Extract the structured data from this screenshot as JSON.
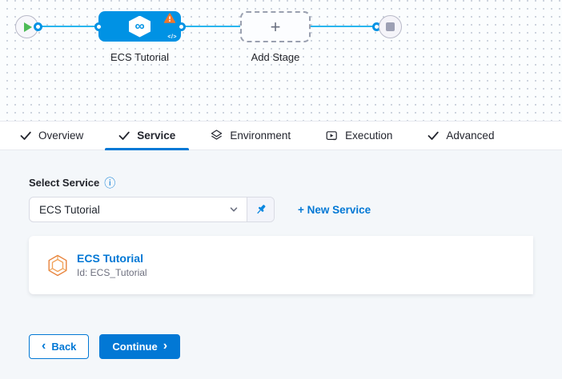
{
  "colors": {
    "accent_blue": "#0278d5",
    "node_blue": "#0092e4",
    "edge_blue": "#29b6ee",
    "warning_orange": "#f0762a",
    "start_green": "#4dbb56",
    "content_bg": "#f4f7fa"
  },
  "graph": {
    "stage_label": "ECS Tutorial",
    "add_stage_label": "Add Stage"
  },
  "icons": {
    "infinity": "∞",
    "code": "</>",
    "plus": "+",
    "info": "ⓘ",
    "chevron_left": "‹",
    "chevron_right": "›"
  },
  "tabs": {
    "overview": "Overview",
    "service": "Service",
    "environment": "Environment",
    "execution": "Execution",
    "advanced": "Advanced",
    "active_tab": "Service"
  },
  "service_form": {
    "label": "Select Service",
    "selected_value": "ECS Tutorial",
    "new_service_link": "+ New Service"
  },
  "service_card": {
    "title": "ECS Tutorial",
    "id_text": "Id: ECS_Tutorial"
  },
  "footer": {
    "back_label": "Back",
    "continue_label": "Continue"
  }
}
